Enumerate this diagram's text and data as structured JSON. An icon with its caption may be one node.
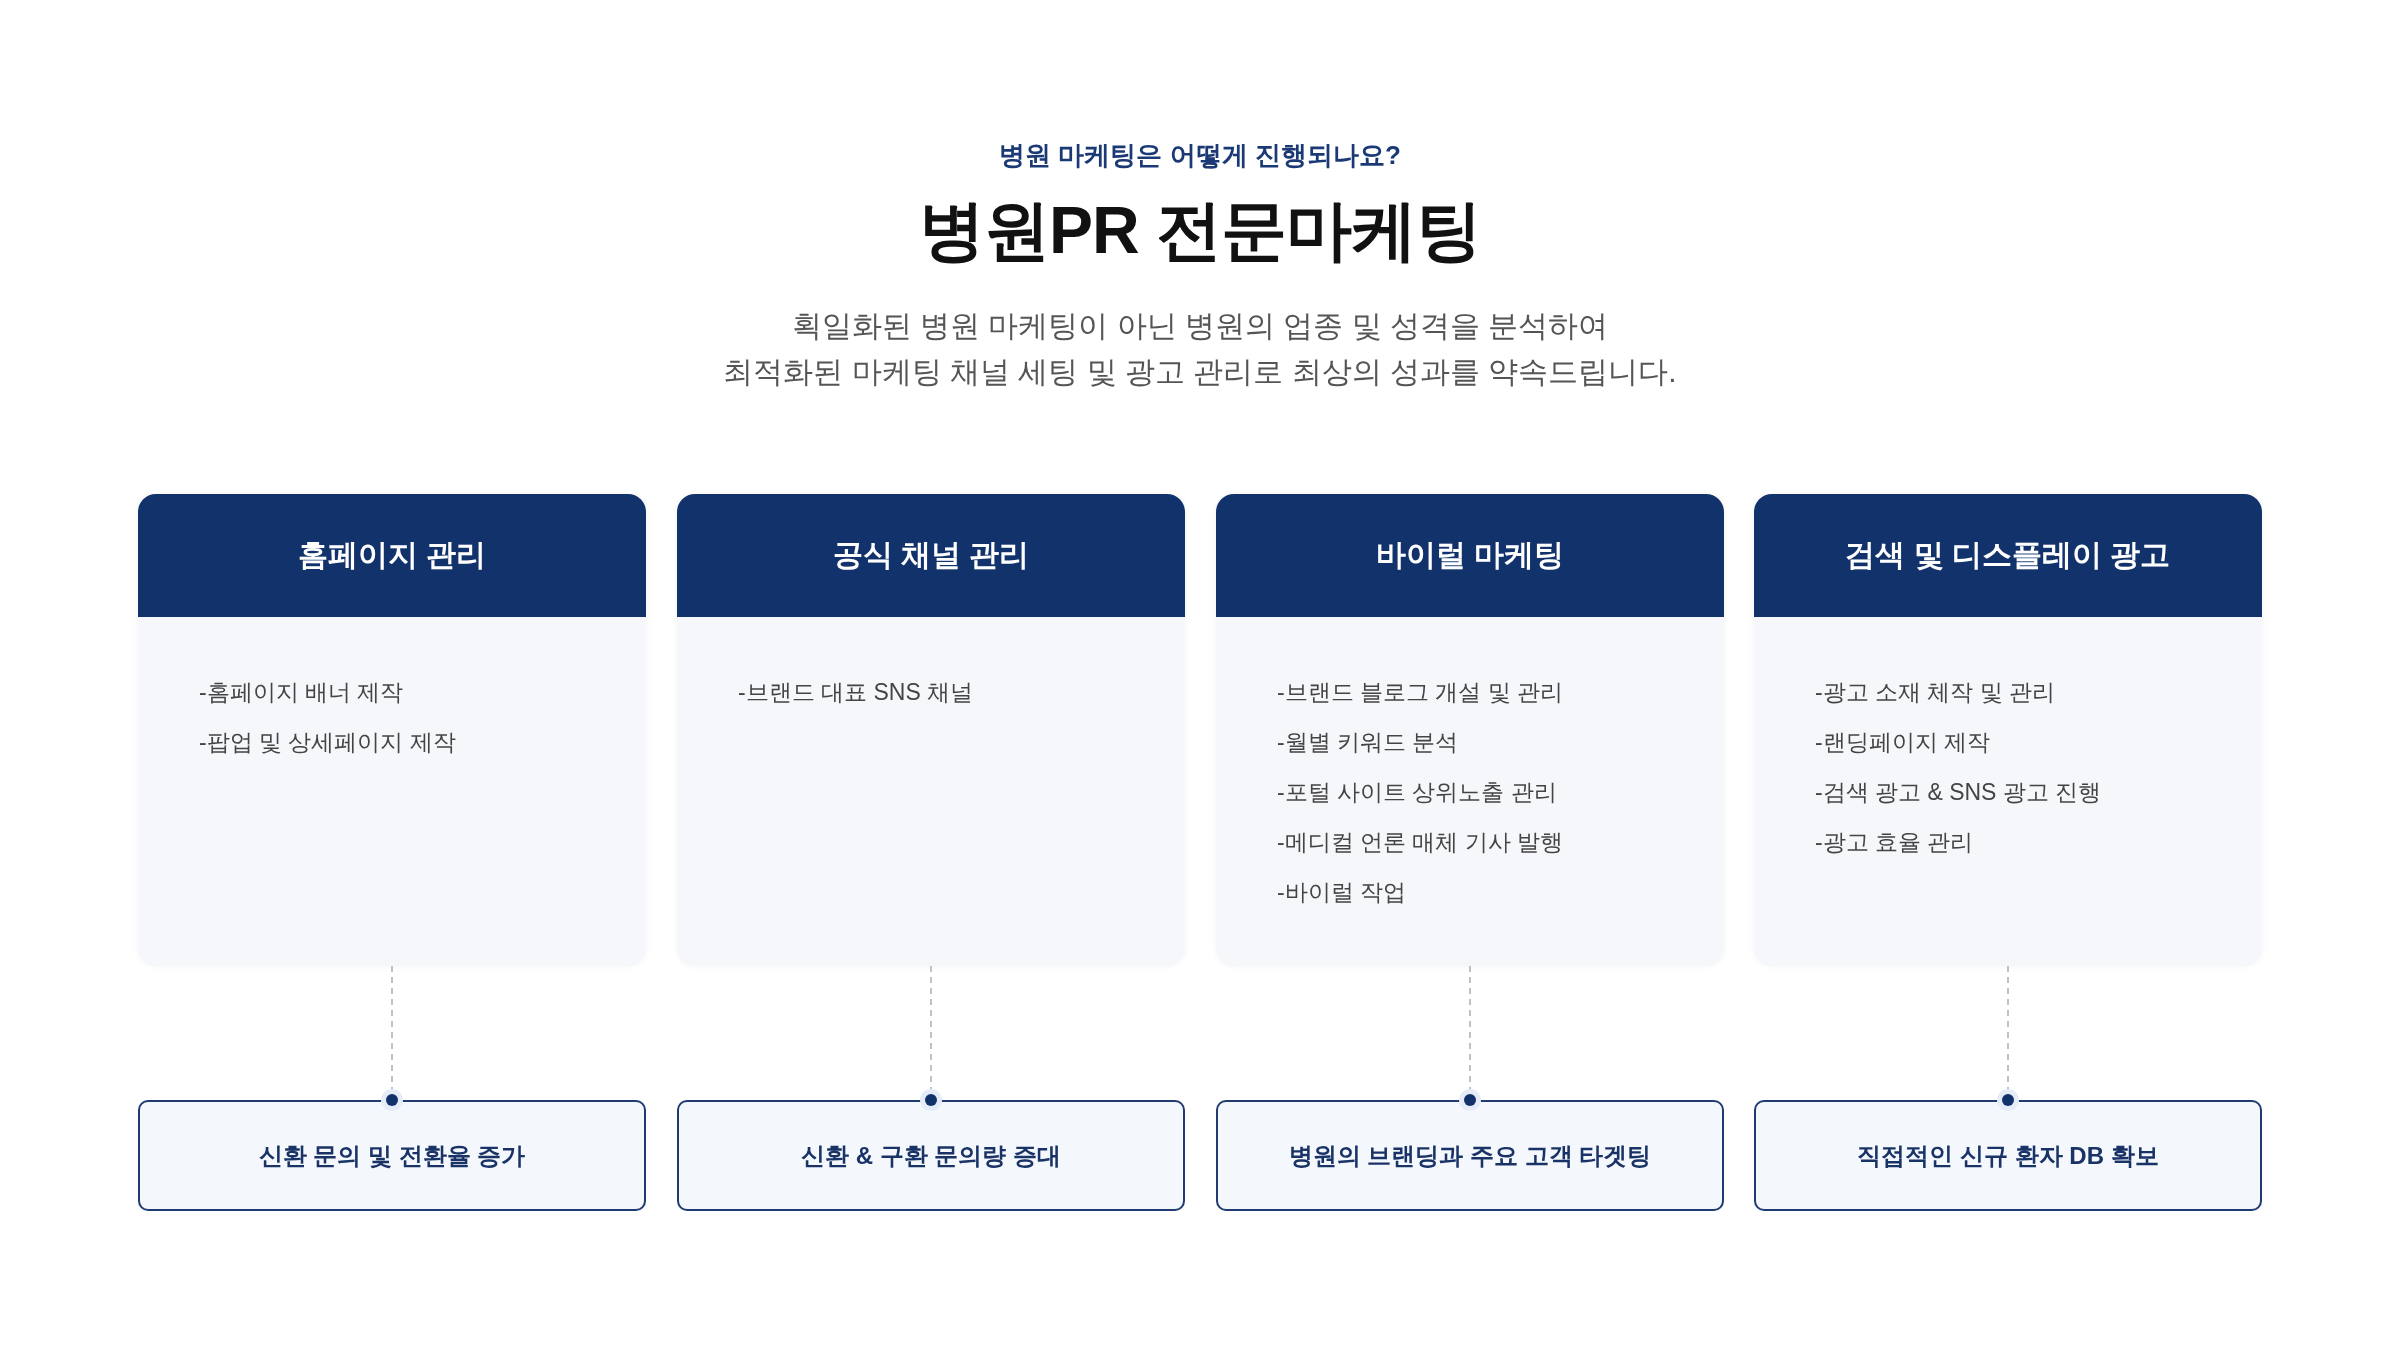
{
  "diagram": {
    "title": "병원PR 전문마케팅",
    "nodes": [
      {
        "text": [
          "홈페이지 관리",
          "-홈페이지 배너 제작",
          "-팝업 및 상세페이지 제작"
        ]
      },
      {
        "text": [
          "공식 채널 관리",
          "-브랜드 대표 SNS 채널"
        ]
      },
      {
        "text": [
          "바이럴 마케팅",
          "-브랜드 블로그 개설 및 관리",
          "-월별 키워드 분석",
          "-포털 사이트 상위노출 관리",
          "-메디컬 언론 매체 기사 발행",
          "-바이럴 작업"
        ]
      },
      {
        "text": [
          "검색 및 디스플레이 광고",
          "-광고 소재 체작 및 관리",
          "-랜딩페이지 제작",
          "-검색 광고 & SNS 광고 진행",
          "-광고 효율 관리"
        ]
      },
      {
        "text": [
          "신환 문의 및 전환율 증가"
        ]
      },
      {
        "text": [
          "신환 & 구환 문의량 증대"
        ]
      },
      {
        "text": [
          "병원의 브랜딩과 주요 고객 타겟팅"
        ]
      },
      {
        "text": [
          "직접적인 신규 환자 DB 확보"
        ]
      }
    ],
    "edges": [
      {
        "from": 0,
        "to": 4,
        "arrow": "other",
        "style": "dashed"
      },
      {
        "from": 1,
        "to": 5,
        "arrow": "other",
        "style": "dashed"
      },
      {
        "from": 2,
        "to": 6,
        "arrow": "other",
        "style": "dashed"
      },
      {
        "from": 3,
        "to": 7,
        "arrow": "other",
        "style": "dashed"
      }
    ],
    "labels": [
      "병원 마케팅은 어떻게 진행되나요?",
      "획일화된 병원 마케팅이 아닌 병원의 업종 및 성격을 분석하여",
      "최적화된 마케팅 채널 세팅 및 광고 관리로 최상의 성과를 약속드립니다."
    ]
  }
}
